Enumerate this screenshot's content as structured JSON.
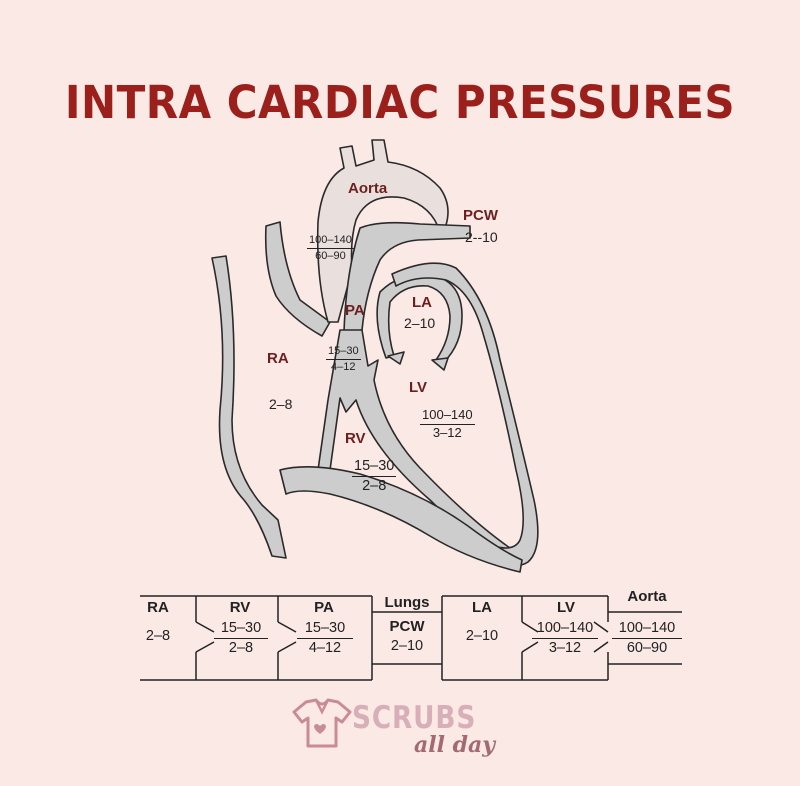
{
  "title": "INTRA CARDIAC PRESSURES",
  "heart": {
    "aorta": {
      "label": "Aorta",
      "systolic": "100–140",
      "diastolic": "60–90"
    },
    "pcw": {
      "label": "PCW",
      "value": "2--10"
    },
    "pa": {
      "label": "PA",
      "systolic": "15–30",
      "diastolic": "4–12"
    },
    "la": {
      "label": "LA",
      "value": "2–10"
    },
    "ra": {
      "label": "RA",
      "value": "2–8"
    },
    "lv": {
      "label": "LV",
      "systolic": "100–140",
      "diastolic": "3–12"
    },
    "rv": {
      "label": "RV",
      "systolic": "15–30",
      "diastolic": "2–8"
    }
  },
  "flow": {
    "ra": {
      "label": "RA",
      "value": "2–8"
    },
    "rv": {
      "label": "RV",
      "systolic": "15–30",
      "diastolic": "2–8"
    },
    "pa": {
      "label": "PA",
      "systolic": "15–30",
      "diastolic": "4–12"
    },
    "lungs": {
      "label": "Lungs"
    },
    "pcw": {
      "label": "PCW",
      "value": "2–10"
    },
    "la": {
      "label": "LA",
      "value": "2–10"
    },
    "lv": {
      "label": "LV",
      "systolic": "100–140",
      "diastolic": "3–12"
    },
    "aorta": {
      "label": "Aorta",
      "systolic": "100–140",
      "diastolic": "60–90"
    }
  },
  "logo": {
    "name": "SCRUBS",
    "tagline": "all day"
  },
  "colors": {
    "title": "#9b1f1a",
    "background": "#fbe9e6",
    "heart_fill": "#cfcfcf",
    "label": "#6d1f1f"
  }
}
